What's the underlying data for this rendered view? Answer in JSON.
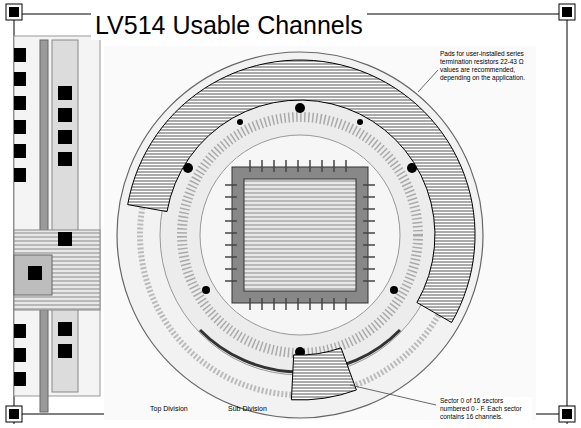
{
  "diagram": {
    "title": "LV514 Usable Channels",
    "labels": [
      "Pads for user-installed series termination resistors 22-43 Ω values are recommended, depending on the application.",
      "Sector 0 of 16 sectors numbered 0 - F. Each sector contains 16 channels.",
      "Top Division",
      "Sub Division"
    ]
  }
}
